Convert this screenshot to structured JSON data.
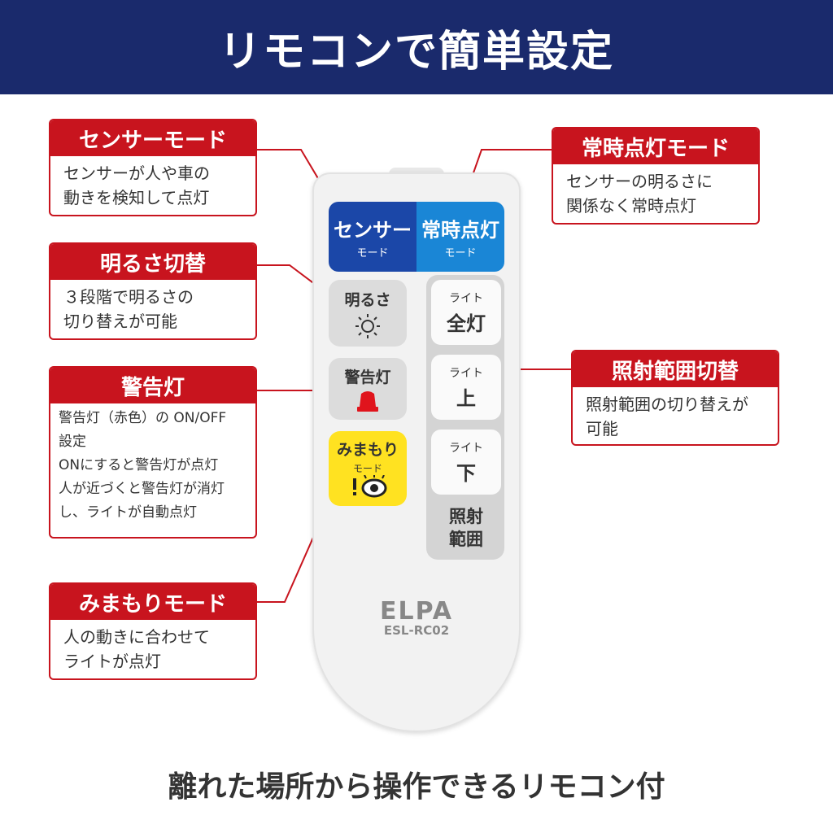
{
  "header": {
    "title": "リモコンで簡単設定"
  },
  "callouts": {
    "sensor": {
      "title": "センサーモード",
      "body": "センサーが人や車の\n動きを検知して点灯"
    },
    "always": {
      "title": "常時点灯モード",
      "body": "センサーの明るさに\n関係なく常時点灯"
    },
    "brightness": {
      "title": "明るさ切替",
      "body": "３段階で明るさの\n切り替えが可能"
    },
    "warning": {
      "title": "警告灯",
      "body": "警告灯（赤色）の ON/OFF\n設定\nONにすると警告灯が点灯\n人が近づくと警告灯が消灯\nし、ライトが自動点灯"
    },
    "range": {
      "title": "照射範囲切替",
      "body": "照射範囲の切り替えが\n可能"
    },
    "watch": {
      "title": "みまもりモード",
      "body": "人の動きに合わせて\nライトが点灯"
    }
  },
  "remote": {
    "sensor_button": {
      "main": "センサー",
      "sub": "モード"
    },
    "always_button": {
      "main": "常時点灯",
      "sub": "モード"
    },
    "brightness_button": {
      "label": "明るさ"
    },
    "warning_button": {
      "label": "警告灯"
    },
    "watch_button": {
      "main": "みまもり",
      "sub": "モード"
    },
    "all_button": {
      "sub": "ライト",
      "main": "全灯"
    },
    "up_button": {
      "sub": "ライト",
      "main": "上"
    },
    "down_button": {
      "sub": "ライト",
      "main": "下"
    },
    "range_button": {
      "line1": "照射",
      "line2": "範囲"
    },
    "brand": "ELPA",
    "model": "ESL-RC02"
  },
  "footer": {
    "text": "離れた場所から操作できるリモコン付"
  },
  "colors": {
    "banner": "#1a2a6c",
    "accent_red": "#c8141e",
    "sensor_blue": "#1b47a8",
    "always_blue": "#1a86d6",
    "watch_yellow": "#ffe221"
  }
}
